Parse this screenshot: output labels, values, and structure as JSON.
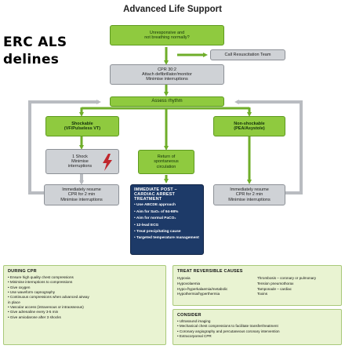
{
  "title": "Advanced Life Support",
  "side_label": {
    "line1": "ERC ALS",
    "line2": "delines"
  },
  "flow": {
    "unresponsive": [
      "Unresponsive and",
      "not breathing normally?"
    ],
    "call_team": "Call Resuscitation Team",
    "cpr": [
      "CPR 30:2",
      "Attach defibrillator/monitor",
      "Minimise interruptions"
    ],
    "assess": "Assess rhythm",
    "shockable": [
      "Shockable",
      "(VF/Pulseless VT)"
    ],
    "rosc": [
      "Return of",
      "spontaneous",
      "circulation"
    ],
    "nonshockable": [
      "Non-shockable",
      "(PEA/Asystole)"
    ],
    "shock": [
      "1 Shock",
      "Minimise",
      "interruptions"
    ],
    "resume_left": [
      "Immediately resume",
      "CPR for 2 min",
      "Minimise interruptions"
    ],
    "resume_right": [
      "Immediately resume",
      "CPR for 2 min",
      "Minimise interruptions"
    ]
  },
  "post_arrest": {
    "heading": [
      "IMMEDIATE POST –",
      "CARDIAC ARREST",
      "TREATMENT"
    ],
    "items": [
      "• Use ABCDE approach",
      "• Aim for SaO₂ of 94-98%",
      "• Aim for normal PaCO₂",
      "• 12-lead ECG",
      "• Treat precipitating cause",
      "• Targeted temperature management"
    ]
  },
  "during_cpr": {
    "heading": "DURING CPR",
    "items": [
      "• Ensure high quality chest compressions",
      "• Minimise interruptions to compressions",
      "• Give oxygen",
      "• Use waveform capnography",
      "• Continuous compressions when advanced airway",
      "   in place",
      "• Vascular access (intravenous or intraosseous)",
      "• Give adrenaline every 3-5 min",
      "• Give amiodarone after 3 shocks"
    ]
  },
  "reversible": {
    "heading": "TREAT REVERSIBLE CAUSES",
    "left": [
      "Hypoxia",
      "Hypovolaemia",
      "Hypo-/hyperkalaemia/metabolic",
      "Hypothermia/hyperthermia"
    ],
    "right": [
      "Thrombosis – coronary or pulmonary",
      "Tension pneumothorax",
      "Tamponade – cardiac",
      "Toxins"
    ]
  },
  "consider": {
    "heading": "CONSIDER",
    "items": [
      "• Ultrasound imaging",
      "• Mechanical chest compressions to facilitate transfer/treatment",
      "• Coronary angiography and percutaneous coronary intervention",
      "• Extracorporeal CPR"
    ]
  },
  "colors": {
    "green": "#8fca3f",
    "navy": "#1d3a68",
    "grey": "#cfd2d6",
    "light": "#e9f3d2",
    "shock": "#c0262c"
  }
}
